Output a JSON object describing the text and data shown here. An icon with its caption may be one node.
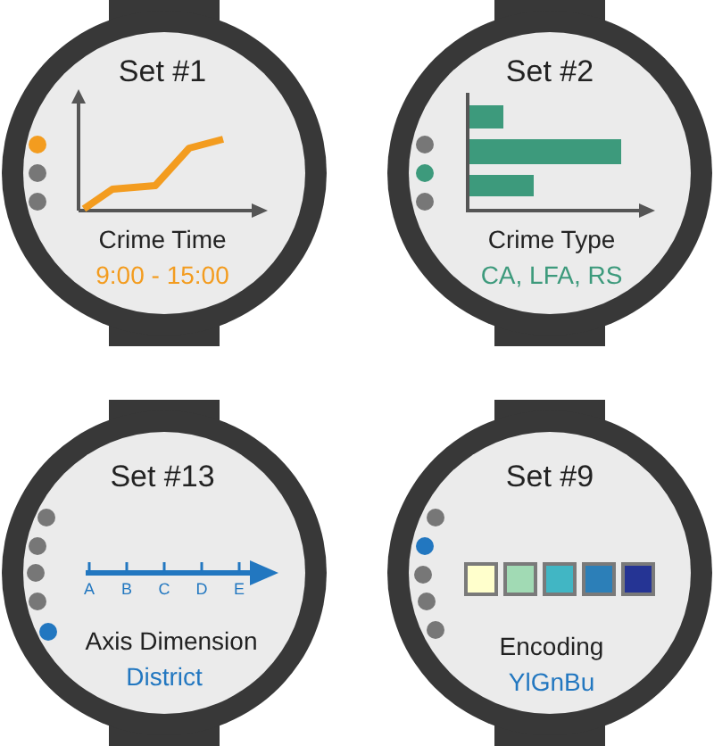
{
  "diagram": {
    "nodes": [
      {
        "text": [
          "Set #1",
          "Crime Time",
          "9:00 - 15:00"
        ]
      },
      {
        "text": [
          "Set #2",
          "Crime Type",
          "CA, LFA, RS"
        ]
      },
      {
        "text": [
          "Set #13",
          "Axis Dimension",
          "District"
        ]
      },
      {
        "text": [
          "Set #9",
          "Encoding",
          "YlGnBu"
        ]
      }
    ],
    "labels": [
      "A",
      "B",
      "C",
      "D",
      "E"
    ]
  }
}
